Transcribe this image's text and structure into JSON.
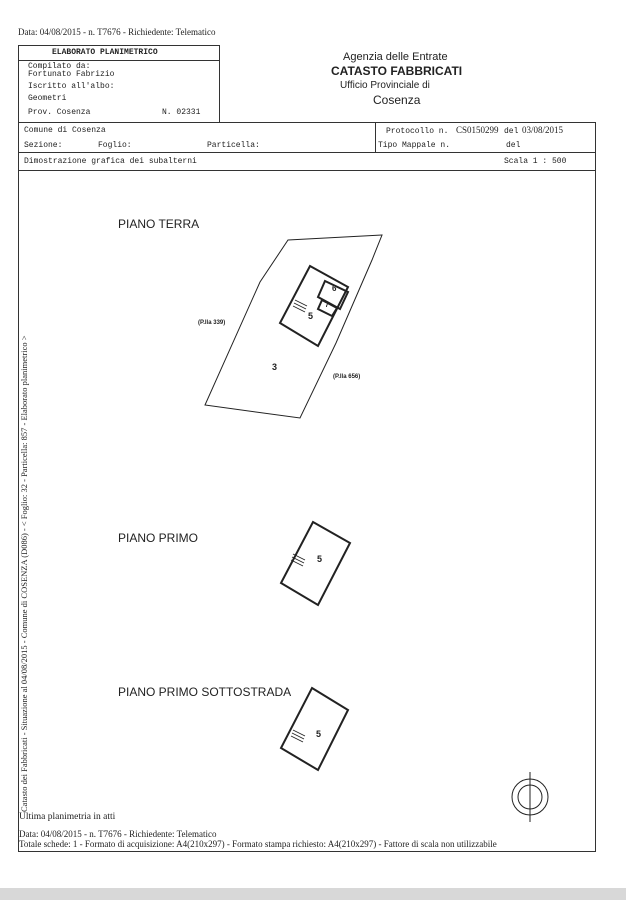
{
  "header": {
    "top_line": "Data: 04/08/2015 - n. T7676 - Richiedente: Telematico"
  },
  "left_box": {
    "title": "ELABORATO PLANIMETRICO",
    "compilato_label": "Compilato da:",
    "compilato_value": "Fortunato Fabrizio",
    "albo_label": "Iscritto all'albo:",
    "albo_value": "Geometri",
    "prov": "Prov. Cosenza",
    "numero": "N. 02331"
  },
  "agency": {
    "line1": "Agenzia delle Entrate",
    "line2": "CATASTO FABBRICATI",
    "line3": "Ufficio Provinciale di",
    "line4": "Cosenza"
  },
  "info": {
    "comune": "Comune di Cosenza",
    "protocollo_label": "Protocollo n.",
    "protocollo_value": "CS0150299",
    "del_label": "del",
    "protocollo_date": "03/08/2015",
    "sezione": "Sezione:",
    "foglio": "Foglio:",
    "particella": "Particella:",
    "tipo_mappale": "Tipo Mappale n.",
    "del2": "del",
    "dimostrazione": "Dimostrazione grafica dei subalterni",
    "scala": "Scala 1 : 500"
  },
  "side_text": "Catasto dei Fabbricati - Situazione al 04/08/2015 - Comune di COSENZA (D086) - < Foglio: 32 - Particella: 857 - Elaborato planimetrico >",
  "floors": [
    {
      "title": "PIANO TERRA",
      "labels": {
        "sub5": "5",
        "sub6": "6",
        "sub7": "7",
        "sub3": "3",
        "plla339": "(P.lla 339)",
        "plla656": "(P.lla 656)"
      }
    },
    {
      "title": "PIANO PRIMO",
      "labels": {
        "sub5": "5"
      }
    },
    {
      "title": "PIANO PRIMO SOTTOSTRADA",
      "labels": {
        "sub5": "5"
      }
    }
  ],
  "footer": {
    "ultima": "Ultima planimetria in atti",
    "data_line": "Data: 04/08/2015 - n. T7676 - Richiedente: Telematico",
    "totale_line": "Totale schede: 1 - Formato di acquisizione: A4(210x297)  - Formato stampa richiesto: A4(210x297) - Fattore di scala non utilizzabile"
  }
}
